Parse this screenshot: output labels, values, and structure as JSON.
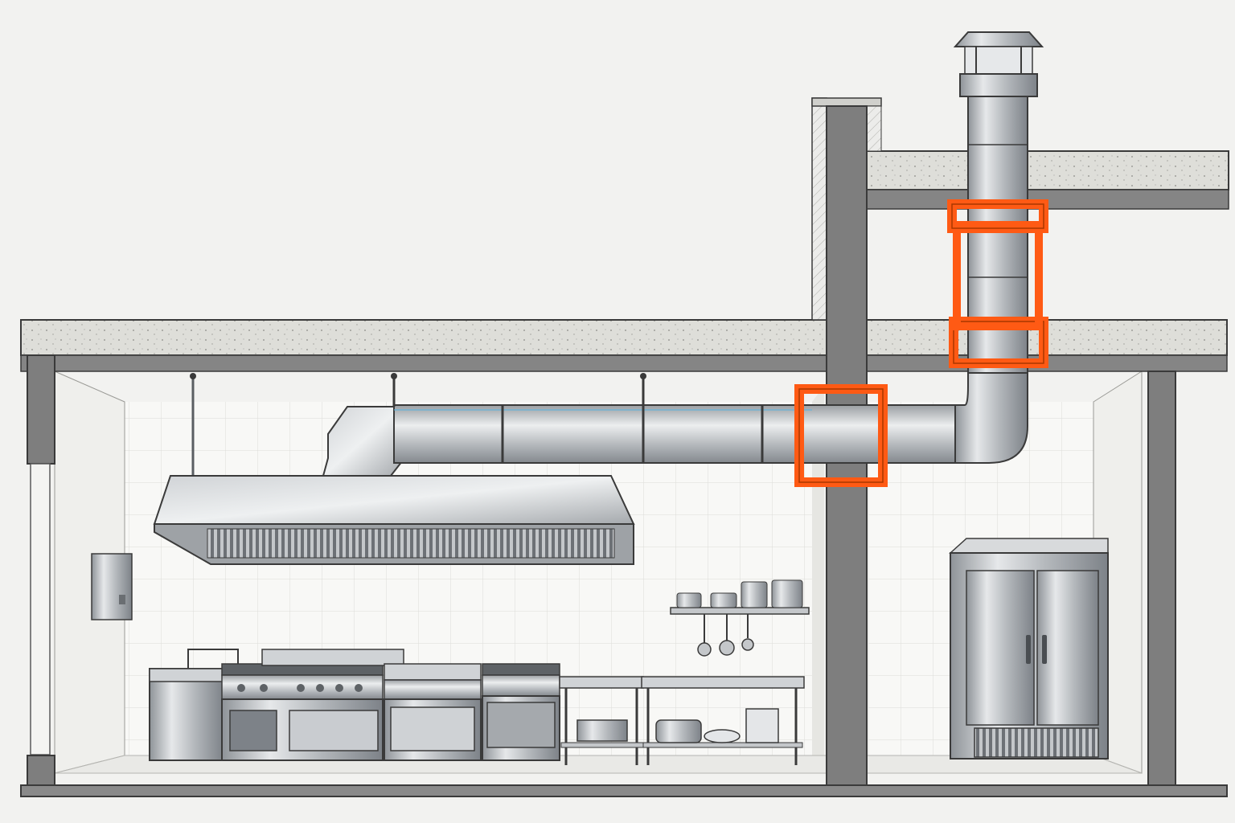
{
  "diagram": {
    "components": [
      {
        "id": "building-section",
        "label": ""
      },
      {
        "id": "exhaust-hood",
        "label": ""
      },
      {
        "id": "horizontal-duct",
        "label": ""
      },
      {
        "id": "duct-elbow",
        "label": ""
      },
      {
        "id": "vertical-stack",
        "label": ""
      },
      {
        "id": "rain-cap",
        "label": ""
      },
      {
        "id": "fire-collar-wall",
        "label": ""
      },
      {
        "id": "fire-collar-slab-lower",
        "label": ""
      },
      {
        "id": "fire-collar-slab-upper",
        "label": ""
      },
      {
        "id": "fryer",
        "label": ""
      },
      {
        "id": "range-six-burner",
        "label": ""
      },
      {
        "id": "griddle-oven",
        "label": ""
      },
      {
        "id": "range-two-burner",
        "label": ""
      },
      {
        "id": "prep-table-left",
        "label": ""
      },
      {
        "id": "prep-table-right",
        "label": ""
      },
      {
        "id": "wall-shelf",
        "label": ""
      },
      {
        "id": "reach-in-refrigerator",
        "label": ""
      },
      {
        "id": "electrical-panel",
        "label": ""
      }
    ],
    "colors": {
      "background": "#f2f2f0",
      "concrete": "#7a7a7a",
      "concrete_light": "#d8d8d4",
      "steel": "#b8bcc0",
      "steel_dark": "#7d8288",
      "fire_collar": "#ff5a14",
      "tile": "#f7f7f5",
      "outline": "#3a3a3a"
    }
  }
}
